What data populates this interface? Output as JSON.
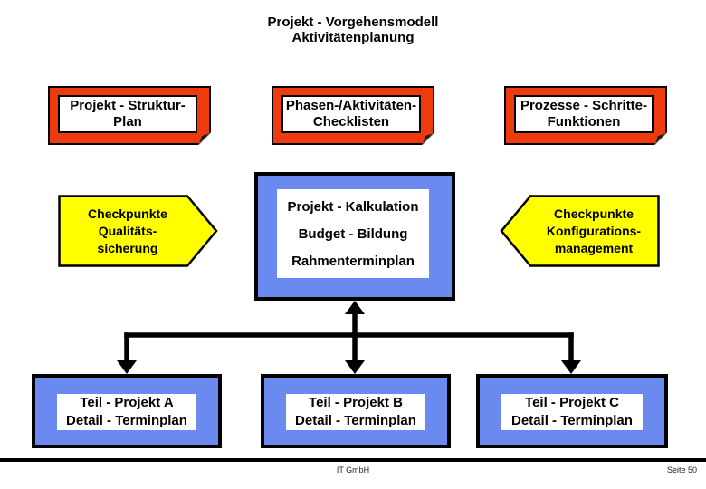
{
  "title": {
    "line1": "Projekt - Vorgehensmodell",
    "line2": "Aktivitätenplanung"
  },
  "top_row": [
    {
      "line1": "Projekt - Struktur-",
      "line2": "Plan"
    },
    {
      "line1": "Phasen-/Aktivitäten-",
      "line2": "Checklisten"
    },
    {
      "line1": "Prozesse - Schritte-",
      "line2": "Funktionen"
    }
  ],
  "middle_row": {
    "left_arrow": {
      "line1": "Checkpunkte",
      "line2": "Qualitäts-",
      "line3": "sicherung"
    },
    "center_box": {
      "line1": "Projekt - Kalkulation",
      "line2": "Budget - Bildung",
      "line3": "Rahmenterminplan"
    },
    "right_arrow": {
      "line1": "Checkpunkte",
      "line2": "Konfigurations-",
      "line3": "management"
    }
  },
  "bottom_row": [
    {
      "line1": "Teil - Projekt A",
      "line2": "Detail - Terminplan"
    },
    {
      "line1": "Teil - Projekt B",
      "line2": "Detail - Terminplan"
    },
    {
      "line1": "Teil - Projekt C",
      "line2": "Detail - Terminplan"
    }
  ],
  "footer": {
    "company": "IT GmbH",
    "page": "Seite 50"
  },
  "colors": {
    "red": "#EE3B0D",
    "yellow": "#FFFF00",
    "blue": "#6A8AEF",
    "line": "#000000"
  }
}
